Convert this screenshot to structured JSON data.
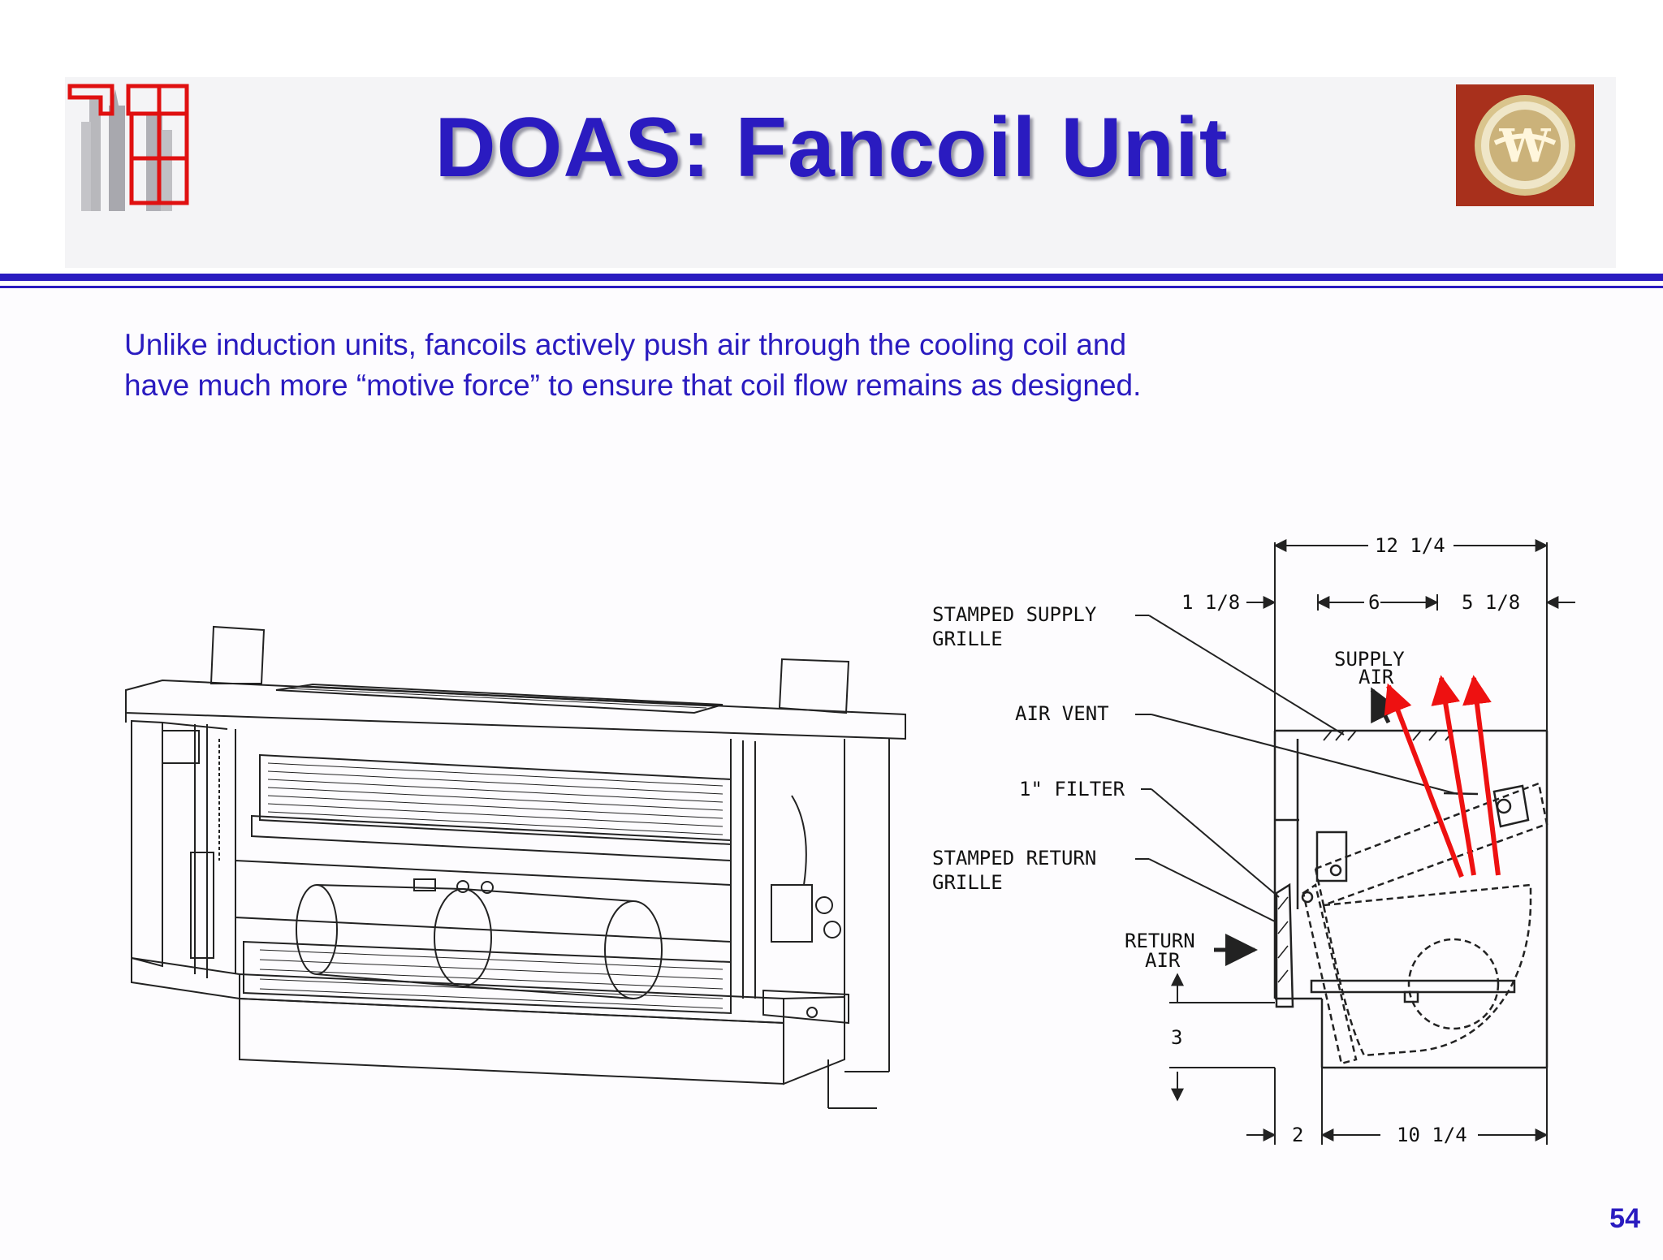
{
  "slide": {
    "title": "DOAS: Fancoil Unit",
    "description_lines": [
      "Unlike induction units, fancoils actively push air through the cooling coil and",
      "have much more “motive force” to ensure that coil flow remains as designed."
    ],
    "page_number": "54"
  },
  "section_diagram": {
    "labels": {
      "stamped_supply_grille_1": "STAMPED SUPPLY",
      "stamped_supply_grille_2": "GRILLE",
      "air_vent": "AIR VENT",
      "filter": "1\" FILTER",
      "stamped_return_grille_1": "STAMPED RETURN",
      "stamped_return_grille_2": "GRILLE",
      "return_air_1": "RETURN",
      "return_air_2": "AIR",
      "supply_air_1": "SUPPLY",
      "supply_air_2": "AIR"
    },
    "dimensions": {
      "overall_depth": "12 1/4",
      "left_offset": "1 1/8",
      "grille_width": "6",
      "right_offset": "5 1/8",
      "base_height": "3",
      "toe": "2",
      "base_depth": "10 1/4"
    }
  },
  "colors": {
    "title": "#2a1bc0",
    "text": "#2a1bc0",
    "logo_red": "#e01010",
    "arrows": "#ee1111",
    "emblem_bg": "#a8301c"
  },
  "icons": {
    "left_logo": "skyline-building-logo",
    "right_logo": "gold-emblem-logo"
  }
}
